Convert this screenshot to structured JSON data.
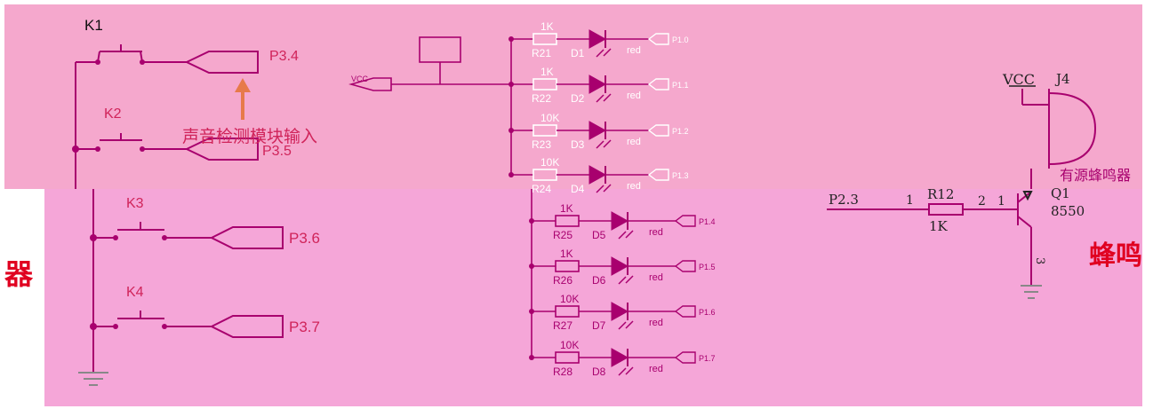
{
  "colors": {
    "wire": "#a8006e",
    "pad": "#a8006e",
    "panel_top": "#f5a8cd",
    "panel_bot": "#f5a6d8",
    "panel_mid": "#f39cd4",
    "red_text": "#e00020",
    "arrow": "#e77a4a",
    "label": "#d0245a",
    "black": "#222222"
  },
  "keys": {
    "k1": {
      "name": "K1",
      "port": "P3.4"
    },
    "k2": {
      "name": "K2",
      "port": "P3.5"
    },
    "k3": {
      "name": "K3",
      "port": "P3.6"
    },
    "k4": {
      "name": "K4",
      "port": "P3.7"
    },
    "sound_annotation": "声音检测模块输入"
  },
  "leds": [
    {
      "r": "R21",
      "r_val": "1K",
      "d": "D1",
      "color": "red",
      "port": "P1.0"
    },
    {
      "r": "R22",
      "r_val": "1K",
      "d": "D2",
      "color": "red",
      "port": "P1.1"
    },
    {
      "r": "R23",
      "r_val": "10K",
      "d": "D3",
      "color": "red",
      "port": "P1.2"
    },
    {
      "r": "R24",
      "r_val": "10K",
      "d": "D4",
      "color": "red",
      "port": "P1.3"
    },
    {
      "r": "R25",
      "r_val": "1K",
      "d": "D5",
      "color": "red",
      "port": "P1.4"
    },
    {
      "r": "R26",
      "r_val": "1K",
      "d": "D6",
      "color": "red",
      "port": "P1.5"
    },
    {
      "r": "R27",
      "r_val": "10K",
      "d": "D7",
      "color": "red",
      "port": "P1.6"
    },
    {
      "r": "R28",
      "r_val": "10K",
      "d": "D8",
      "color": "red",
      "port": "P1.7"
    }
  ],
  "led_power": "VCC",
  "buzzer": {
    "vcc": "VCC",
    "j": "J4",
    "annotation": "有源蜂鸣器",
    "input": "P2.3",
    "r": "R12",
    "r_val": "1K",
    "pin1": "1",
    "pin2": "2",
    "pin_b": "1",
    "pin_e": "3",
    "q": "Q1",
    "q_type": "8550",
    "big_label": "蜂鸣"
  },
  "left_big_label": "器"
}
